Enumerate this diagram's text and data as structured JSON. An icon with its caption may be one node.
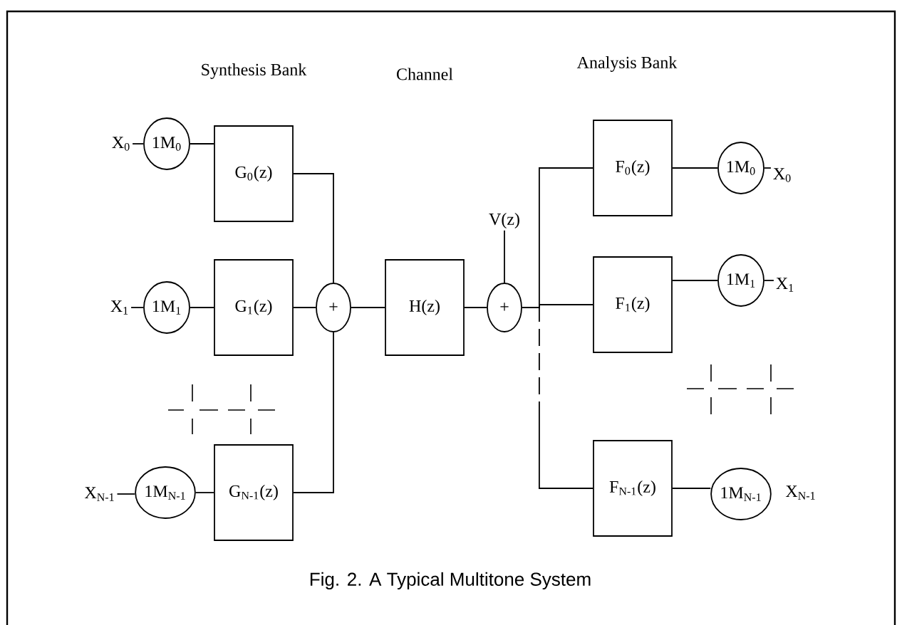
{
  "diagram": {
    "caption": "Fig. 2. A Typical Multitone System",
    "nodes": [
      {
        "text": [
          "X$_{0}$"
        ]
      },
      {
        "text": [
          "1M$_{0}$"
        ]
      },
      {
        "text": [
          "G$_{0}$(z)"
        ]
      },
      {
        "text": [
          "X$_{1}$"
        ]
      },
      {
        "text": [
          "1M$_{1}$"
        ]
      },
      {
        "text": [
          "G$_{1}$(z)"
        ]
      },
      {
        "text": [
          "X$_{N-1}$"
        ]
      },
      {
        "text": [
          "1M$_{N-1}$"
        ]
      },
      {
        "text": [
          "G$_{N-1}$(z)"
        ]
      },
      {
        "text": [
          "+"
        ]
      },
      {
        "text": [
          "H(z)"
        ]
      },
      {
        "text": [
          "+"
        ]
      },
      {
        "text": [
          "V(z)"
        ]
      },
      {
        "text": [
          "F$_{0}$(z)"
        ]
      },
      {
        "text": [
          "1M$_{0}$"
        ]
      },
      {
        "text": [
          "X$_{0}$"
        ]
      },
      {
        "text": [
          "F$_{1}$(z)"
        ]
      },
      {
        "text": [
          "1M$_{1}$"
        ]
      },
      {
        "text": [
          "X$_{1}$"
        ]
      },
      {
        "text": [
          "F$_{N-1}$(z)"
        ]
      },
      {
        "text": [
          "1M$_{N-1}$"
        ]
      },
      {
        "text": [
          "X$_{N-1}$"
        ]
      }
    ],
    "edges": [
      {
        "from": 0,
        "to": 1,
        "arrow": "none"
      },
      {
        "from": 1,
        "to": 2,
        "arrow": "none"
      },
      {
        "from": 3,
        "to": 4,
        "arrow": "none"
      },
      {
        "from": 4,
        "to": 5,
        "arrow": "none"
      },
      {
        "from": 6,
        "to": 7,
        "arrow": "none"
      },
      {
        "from": 7,
        "to": 8,
        "arrow": "none"
      },
      {
        "from": 2,
        "to": 9,
        "arrow": "none"
      },
      {
        "from": 5,
        "to": 9,
        "arrow": "none"
      },
      {
        "from": 8,
        "to": 9,
        "arrow": "none"
      },
      {
        "from": 9,
        "to": 10,
        "arrow": "none"
      },
      {
        "from": 10,
        "to": 11,
        "arrow": "none"
      },
      {
        "from": 12,
        "to": 11,
        "arrow": "none"
      },
      {
        "from": 11,
        "to": 13,
        "arrow": "none"
      },
      {
        "from": 11,
        "to": 16,
        "arrow": "none"
      },
      {
        "from": 11,
        "to": 19,
        "arrow": "none",
        "style": "dashed"
      },
      {
        "from": 13,
        "to": 14,
        "arrow": "none"
      },
      {
        "from": 14,
        "to": 15,
        "arrow": "none"
      },
      {
        "from": 16,
        "to": 17,
        "arrow": "none"
      },
      {
        "from": 17,
        "to": 18,
        "arrow": "none"
      },
      {
        "from": 19,
        "to": 20,
        "arrow": "none"
      }
    ],
    "labels": [
      "Synthesis Bank",
      "Channel",
      "Analysis Bank"
    ]
  }
}
